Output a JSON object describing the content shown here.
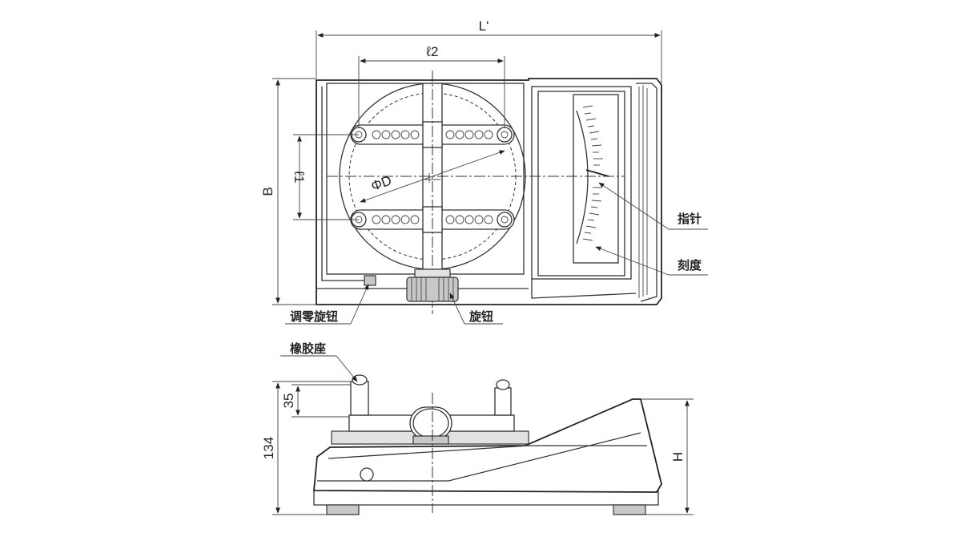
{
  "labels": {
    "dim_L": "L'",
    "dim_l2": "ℓ2",
    "dim_B": "B",
    "dim_l1": "ℓ1",
    "dim_phiD": "ΦD",
    "dim_35": "35",
    "dim_134": "134",
    "dim_H": "H",
    "pointer": "指针",
    "scale": "刻度",
    "zero_knob": "调零旋钮",
    "knob": "旋钮",
    "rubber_seat": "橡胶座"
  }
}
